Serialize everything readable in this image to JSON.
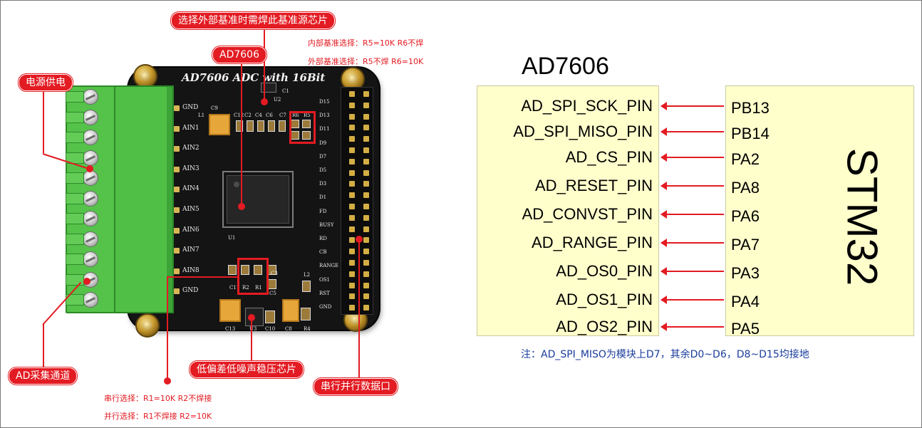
{
  "callouts": {
    "top": "选择外部基准时需焊此基准源芯片",
    "chip": "AD7606",
    "power": "电源供电",
    "input": "AD采集通道",
    "regulator": "低偏差低噪声稳压芯片",
    "port": "串行并行数据口"
  },
  "ref_notes": {
    "internal": "内部基准选择：R5=10K R6不焊",
    "external": "外部基准选择：R5不焊 R6=10K"
  },
  "mode_notes": {
    "serial": "串行选择：R1=10K R2不焊接",
    "parallel": "并行选择：R1不焊接 R2=10K"
  },
  "board": {
    "title": "AD7606  ADC  with  16Bit",
    "left_labels": [
      "GND",
      "AIN1",
      "AIN2",
      "AIN3",
      "AIN4",
      "AIN5",
      "AIN6",
      "AIN7",
      "AIN8",
      "GND"
    ],
    "right_labels": [
      "D15",
      "D13",
      "D11",
      "D9",
      "D7",
      "D5",
      "D3",
      "D1",
      "FD",
      "BUSY",
      "RD",
      "CB",
      "RANGE",
      "OS1",
      "RST",
      "GND"
    ],
    "component_labels": [
      "C9",
      "L1",
      "C12",
      "C2",
      "C4",
      "C6",
      "C7",
      "R6",
      "R5",
      "U2",
      "C1",
      "U1",
      "C11",
      "R2",
      "R1",
      "L2",
      "C13",
      "U3",
      "C10",
      "C8",
      "R4",
      "C5",
      "C3"
    ]
  },
  "pin_map": {
    "title": "AD7606",
    "mcu": "STM32",
    "rows": [
      {
        "signal": "AD_SPI_SCK_PIN",
        "port": "PB13"
      },
      {
        "signal": "AD_SPI_MISO_PIN",
        "port": "PB14"
      },
      {
        "signal": "AD_CS_PIN",
        "port": "PA2"
      },
      {
        "signal": "AD_RESET_PIN",
        "port": "PA8"
      },
      {
        "signal": "AD_CONVST_PIN",
        "port": "PA6"
      },
      {
        "signal": "AD_RANGE_PIN",
        "port": "PA7"
      },
      {
        "signal": "AD_OS0_PIN",
        "port": "PA3"
      },
      {
        "signal": "AD_OS1_PIN",
        "port": "PA4"
      },
      {
        "signal": "AD_OS2_PIN",
        "port": "PA5"
      }
    ],
    "note": "注：AD_SPI_MISO为模块上D7，其余D0~D6，D8~D15均接地"
  },
  "colors": {
    "accent_red": "#e31b22",
    "map_fill": "#ffffcc",
    "note_blue": "#1a3c9c",
    "pcb": "#141414",
    "terminal_green": "#4fbf46"
  }
}
